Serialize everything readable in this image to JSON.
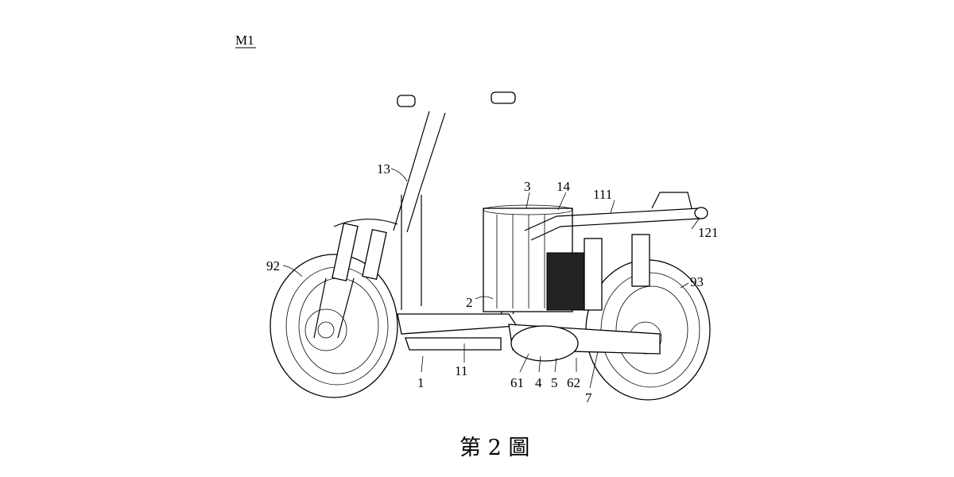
{
  "figure": {
    "reference": "M1",
    "caption": "第 2 圖",
    "labels": {
      "l13": "13",
      "l3": "3",
      "l14": "14",
      "l111": "111",
      "l121": "121",
      "l92": "92",
      "l93": "93",
      "l2": "2",
      "l1": "1",
      "l11": "11",
      "l61": "61",
      "l4": "4",
      "l5": "5",
      "l62": "62",
      "l7": "7"
    }
  }
}
